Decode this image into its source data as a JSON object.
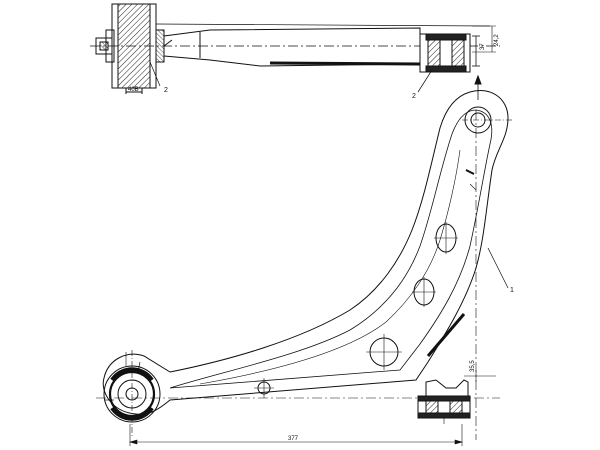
{
  "drawing": {
    "callouts": {
      "top_left": "2",
      "top_right": "2",
      "arm": "1"
    },
    "dimensions": {
      "overall_length": "377",
      "arm_offset": "35,5",
      "bushing_height": "24,2",
      "rod_small": "37",
      "base_width": "40B"
    }
  },
  "colors": {
    "line": "#111111",
    "hatch": "#222222",
    "background": "#ffffff"
  }
}
